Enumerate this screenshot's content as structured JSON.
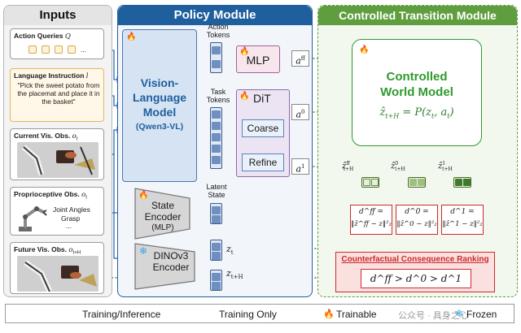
{
  "inputs": {
    "title": "Inputs",
    "action_queries": "Action Queries",
    "action_queries_sym": "Q",
    "language_instruction": "Language Instruction",
    "language_instruction_sym": "l",
    "language_quote": "\"Pick the sweet potato from the placemat and place it in the basket\"",
    "current_obs": "Current Vis. Obs.",
    "current_obs_sym": "o",
    "proprio_obs": "Proprioceptive Obs.",
    "proprio_obs_sym": "o",
    "joint_angles": "Joint Angles",
    "grasp": "Grasp",
    "ellipsis": "...",
    "future_obs": "Future Vis. Obs.",
    "future_obs_sym": "o"
  },
  "policy": {
    "title": "Policy Module",
    "vlm_line1": "Vision-",
    "vlm_line2": "Language",
    "vlm_line3": "Model",
    "vlm_model": "(Qwen3-VL)",
    "action_tokens_1": "Action",
    "action_tokens_2": "Tokens",
    "mlp": "MLP",
    "task_tokens_1": "Task",
    "task_tokens_2": "Tokens",
    "dit": "DiT",
    "coarse": "Coarse",
    "refine": "Refine",
    "latent_state_1": "Latent",
    "latent_state_2": "State",
    "state_encoder_1": "State",
    "state_encoder_2": "Encoder",
    "state_encoder_3": "(MLP)",
    "dino_1": "DINOv3",
    "dino_2": "Encoder",
    "a_ff": "a",
    "a_ff_sup": "ff",
    "a_0": "a",
    "a_0_sup": "0",
    "a_1": "a",
    "a_1_sup": "1",
    "z_t": "z",
    "z_t_sub": "t",
    "z_tH": "z",
    "z_tH_sub": "t+H"
  },
  "transition": {
    "title": "Controlled Transition Module",
    "cwm_1": "Controlled",
    "cwm_2": "World Model",
    "cwm_eq": "ẑ_{t+H} = P(z_t, a_t)",
    "zhat_ff": "ẑ",
    "zhat_0": "ẑ",
    "zhat_1": "ẑ",
    "d_ff_label": "d^ff =",
    "d_ff_eq": "‖ẑ^ff − z‖²₂",
    "d_0_label": "d^0 =",
    "d_0_eq": "‖ẑ^0 − z‖²₂",
    "d_1_label": "d^1 =",
    "d_1_eq": "‖ẑ^1 − z‖²₂",
    "ranking_title": "Counterfactual Consequence Ranking",
    "ranking_result": "d^ff > d^0 > d^1"
  },
  "legend": {
    "training_inference": "Training/Inference",
    "training_only": "Training Only",
    "trainable": "Trainable",
    "frozen": "Frozen",
    "watermark": "公众号 · 具身之心"
  },
  "colors": {
    "policy_blue": "#1f5f9e",
    "transition_green": "#5f9e3f",
    "ranking_red": "#cc2b2b",
    "trainable_orange": "#e8742c",
    "frozen_blue": "#3ba3e6"
  }
}
